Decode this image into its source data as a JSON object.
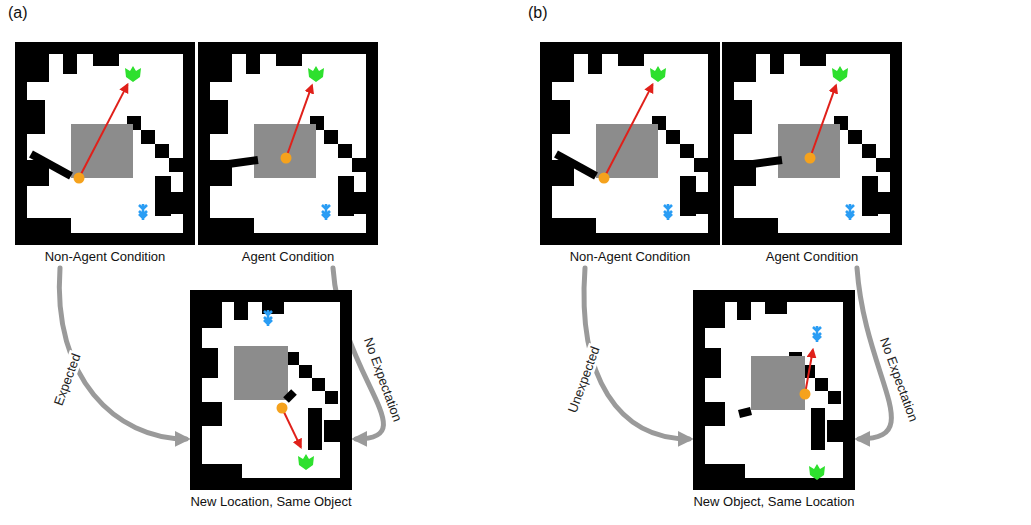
{
  "diagram": {
    "nodes": [
      {
        "text": [
          "Non-Agent Condition"
        ]
      },
      {
        "text": [
          "Agent Condition"
        ]
      },
      {
        "text": [
          "New Location, Same Object"
        ]
      },
      {
        "text": [
          "Non-Agent Condition"
        ]
      },
      {
        "text": [
          "Agent Condition"
        ]
      },
      {
        "text": [
          "New Object, Same Location"
        ]
      }
    ],
    "edges": [
      {
        "from": 0,
        "to": 2,
        "arrow": "to",
        "label": "Expected"
      },
      {
        "from": 1,
        "to": 2,
        "arrow": "to",
        "label": "No Expectation"
      },
      {
        "from": 3,
        "to": 5,
        "arrow": "to",
        "label": "Unexpected"
      },
      {
        "from": 4,
        "to": 5,
        "arrow": "to",
        "label": "No Expectation"
      }
    ],
    "labels": [
      "(a)",
      "(b)"
    ]
  }
}
